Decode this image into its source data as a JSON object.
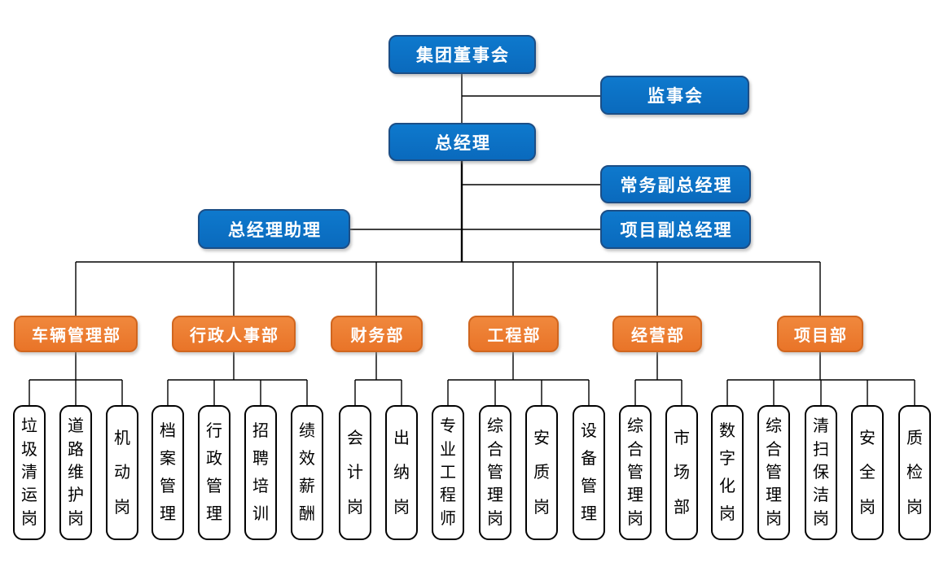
{
  "colors": {
    "box_blue": "#0B6FC4",
    "box_blue_border": "#1C4E86",
    "box_orange": "#ED7D31",
    "box_orange_border": "#D0661F",
    "leaf_border": "#000000",
    "connector": "#000000",
    "background": "#FFFFFF"
  },
  "org": {
    "board": "集团董事会",
    "supervisory_board": "监事会",
    "general_manager": "总经理",
    "executive_deputy_gm": "常务副总经理",
    "gm_assistant": "总经理助理",
    "project_deputy_gm": "项目副总经理",
    "departments": [
      {
        "label": "车辆管理部",
        "posts": [
          "垃圾清运岗",
          "道路维护岗",
          "机动岗"
        ]
      },
      {
        "label": "行政人事部",
        "posts": [
          "档案管理",
          "行政管理",
          "招聘培训",
          "绩效薪酬"
        ]
      },
      {
        "label": "财务部",
        "posts": [
          "会计岗",
          "出纳岗"
        ]
      },
      {
        "label": "工程部",
        "posts": [
          "专业工程师",
          "综合管理岗",
          "安质岗",
          "设备管理"
        ]
      },
      {
        "label": "经营部",
        "posts": [
          "综合管理岗",
          "市场部"
        ]
      },
      {
        "label": "项目部",
        "posts": [
          "数字化岗",
          "综合管理岗",
          "清扫保洁岗",
          "安全岗",
          "质检岗"
        ]
      }
    ]
  }
}
